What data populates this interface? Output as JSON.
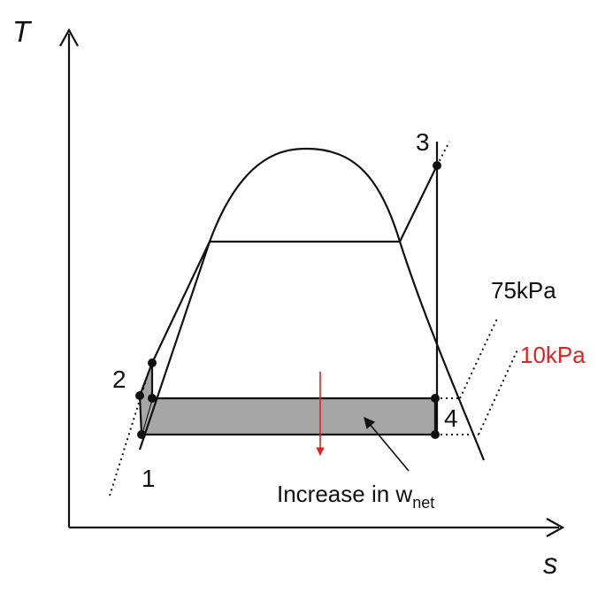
{
  "axes": {
    "y_label": "T",
    "x_label": "s"
  },
  "states": {
    "s1": "1",
    "s2": "2",
    "s3": "3",
    "s4": "4"
  },
  "pressures": {
    "high": "75kPa",
    "low": "10kPa"
  },
  "annotation": {
    "text": "Increase in w",
    "subscript": "net"
  },
  "colors": {
    "line": "#111111",
    "shade": "#a6a6a6",
    "accent_red": "#e8201c"
  }
}
